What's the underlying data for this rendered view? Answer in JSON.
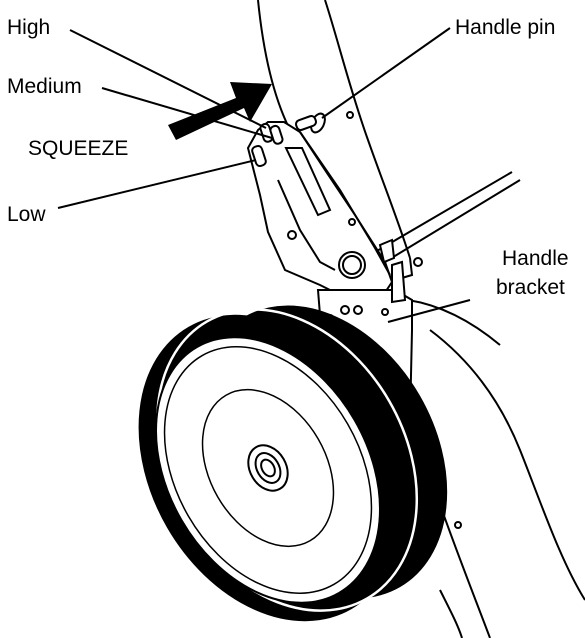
{
  "labels": {
    "high": "High",
    "medium": "Medium",
    "squeeze": "SQUEEZE",
    "low": "Low",
    "handle_pin": "Handle pin",
    "handle_bracket_line1": "Handle",
    "handle_bracket_line2": "bracket"
  },
  "colors": {
    "ink": "#000000",
    "paper": "#ffffff"
  }
}
